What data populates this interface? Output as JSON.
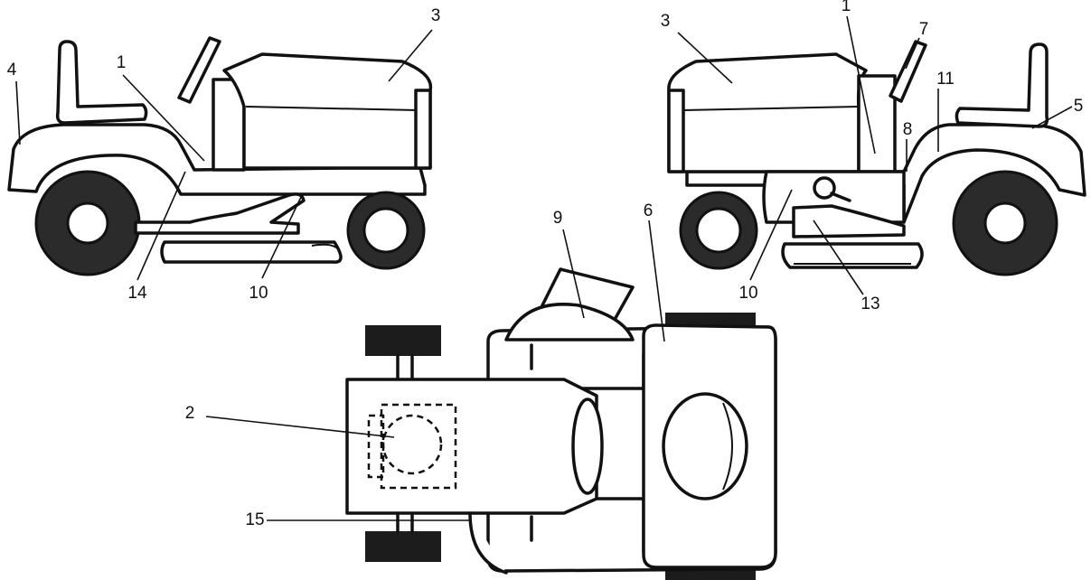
{
  "colors": {
    "ink": "#111111",
    "paper": "#ffffff",
    "tire": "#2b2b2b"
  },
  "callouts": {
    "n1": "1",
    "n2": "2",
    "n3": "3",
    "n4": "4",
    "n5": "5",
    "n6": "6",
    "n7": "7",
    "n8": "8",
    "n9": "9",
    "n10": "10",
    "n11": "11",
    "n13": "13",
    "n14": "14",
    "n15": "15"
  }
}
